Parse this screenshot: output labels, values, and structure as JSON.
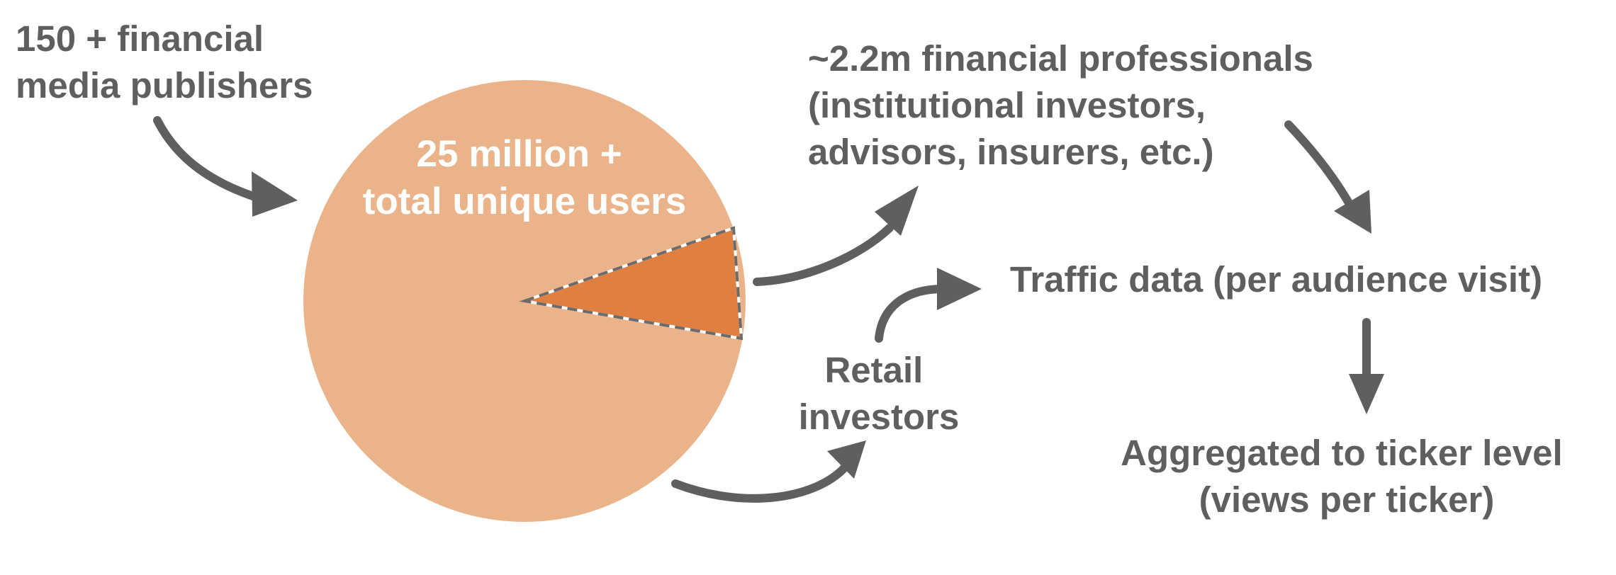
{
  "colors": {
    "pie_main": "#ebb38a",
    "pie_slice": "#e07f42",
    "slice_border": "#6b6b6b",
    "text": "#5f5f5f",
    "arrow": "#5f5f5f",
    "pie_text": "#ffffff"
  },
  "labels": {
    "publishers": [
      "150 + financial",
      "media publishers"
    ],
    "pie_total": [
      "25 million +",
      "total unique users"
    ],
    "professionals": [
      "~2.2m financial professionals",
      "(institutional investors,",
      "advisors, insurers, etc.)"
    ],
    "retail": [
      "Retail",
      "investors"
    ],
    "traffic": "Traffic data (per audience visit)",
    "aggregated": [
      "Aggregated to ticker level",
      "(views per ticker)"
    ]
  }
}
